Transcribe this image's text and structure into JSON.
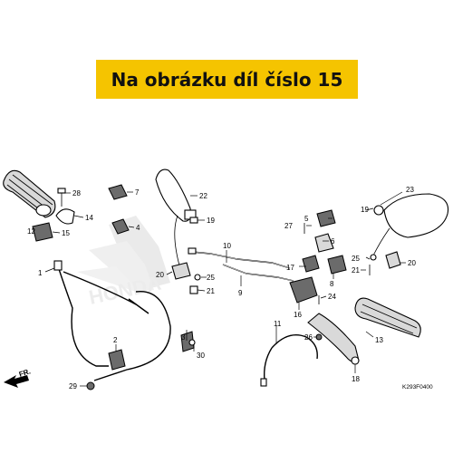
{
  "banner": {
    "text": "Na obrázku díl číslo 15",
    "color": "#f5c400"
  },
  "diagram": {
    "code": "K293F0400",
    "direction_label": "FR.",
    "watermark": "HONDA",
    "callouts": [
      {
        "id": "28",
        "label": "28"
      },
      {
        "id": "7",
        "label": "7"
      },
      {
        "id": "22",
        "label": "22"
      },
      {
        "id": "23",
        "label": "23"
      },
      {
        "id": "14",
        "label": "14"
      },
      {
        "id": "4",
        "label": "4"
      },
      {
        "id": "19a",
        "label": "19"
      },
      {
        "id": "19b",
        "label": "19"
      },
      {
        "id": "12",
        "label": "12"
      },
      {
        "id": "15",
        "label": "15"
      },
      {
        "id": "5",
        "label": "5"
      },
      {
        "id": "10",
        "label": "10"
      },
      {
        "id": "27",
        "label": "27"
      },
      {
        "id": "6",
        "label": "6"
      },
      {
        "id": "25a",
        "label": "25"
      },
      {
        "id": "25b",
        "label": "25"
      },
      {
        "id": "20a",
        "label": "20"
      },
      {
        "id": "20b",
        "label": "20"
      },
      {
        "id": "17",
        "label": "17"
      },
      {
        "id": "21a",
        "label": "21"
      },
      {
        "id": "21b",
        "label": "21"
      },
      {
        "id": "1",
        "label": "1"
      },
      {
        "id": "9",
        "label": "9"
      },
      {
        "id": "8",
        "label": "8"
      },
      {
        "id": "24",
        "label": "24"
      },
      {
        "id": "16",
        "label": "16"
      },
      {
        "id": "11",
        "label": "11"
      },
      {
        "id": "3",
        "label": "3"
      },
      {
        "id": "26",
        "label": "26"
      },
      {
        "id": "13",
        "label": "13"
      },
      {
        "id": "2",
        "label": "2"
      },
      {
        "id": "30",
        "label": "30"
      },
      {
        "id": "18",
        "label": "18"
      },
      {
        "id": "29",
        "label": "29"
      }
    ]
  }
}
